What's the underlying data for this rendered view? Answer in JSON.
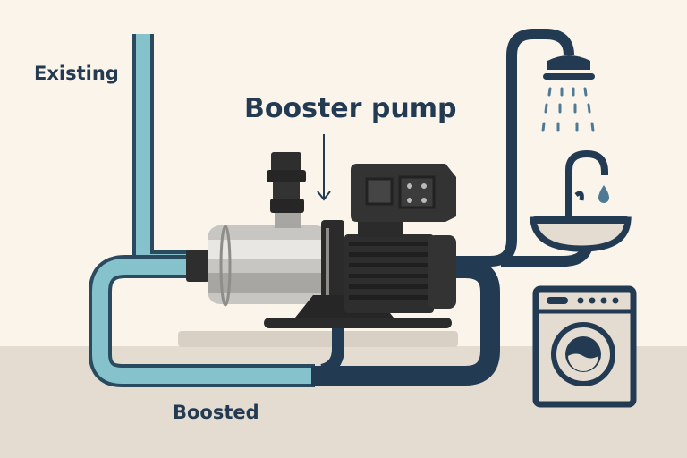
{
  "title": "Booster pump installation diagram",
  "labels": {
    "existing": "Existing",
    "booster_pump": "Booster pump",
    "boosted": "Boosted"
  },
  "fixtures": [
    "shower-head",
    "sink-faucet",
    "washing-machine"
  ],
  "colors": {
    "background": "#faf4ea",
    "floor": "#e4dcd0",
    "existing_pipe": "#86c2cc",
    "boosted_pipe": "#233a53",
    "pump_body": "#2e2e2e",
    "pump_steel": "#c8c6c2",
    "text": "#233a53",
    "water": "#4f7a96"
  }
}
